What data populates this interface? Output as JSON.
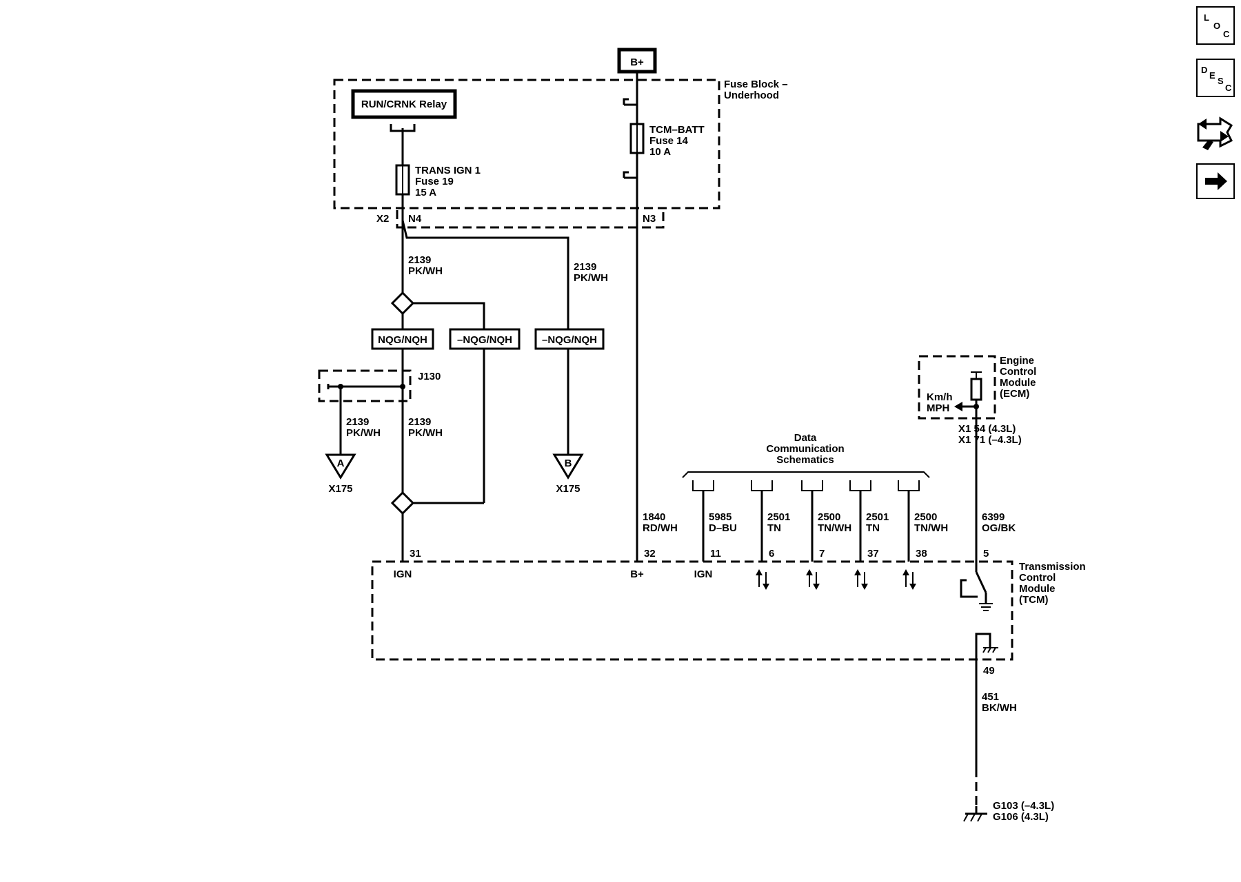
{
  "power": {
    "bplus_tag": "B+",
    "fuse_block_title": [
      "Fuse Block –",
      "Underhood"
    ],
    "relay_label": "RUN/CRNK Relay",
    "trans_fuse": [
      "TRANS IGN 1",
      "Fuse 19",
      "15 A"
    ],
    "tcm_fuse": [
      "TCM–BATT",
      "Fuse 14",
      "10 A"
    ],
    "conn_x2": "X2",
    "conn_n4": "N4",
    "conn_n3": "N3"
  },
  "wires": {
    "ign_main": [
      "2139",
      "PK/WH"
    ],
    "ign_branch": [
      "2139",
      "PK/WH"
    ],
    "ign_a": [
      "2139",
      "PK/WH"
    ],
    "ign_tcm": [
      "2139",
      "PK/WH"
    ],
    "batt": [
      "1840",
      "RD/WH"
    ],
    "w5985": [
      "5985",
      "D–BU"
    ],
    "w2501a": [
      "2501",
      "TN"
    ],
    "w2500a": [
      "2500",
      "TN/WH"
    ],
    "w2501b": [
      "2501",
      "TN"
    ],
    "w2500b": [
      "2500",
      "TN/WH"
    ],
    "w6399": [
      "6399",
      "OG/BK"
    ],
    "w451": [
      "451",
      "BK/WH"
    ]
  },
  "options": {
    "nqg1": "NQG/NQH",
    "nqg2": "–NQG/NQH",
    "nqg3": "–NQG/NQH"
  },
  "splice": {
    "j130": "J130",
    "conn_a_letter": "A",
    "conn_a_id": "X175",
    "conn_b_letter": "B",
    "conn_b_id": "X175"
  },
  "data_comm": {
    "title": [
      "Data",
      "Communication",
      "Schematics"
    ]
  },
  "ecm": {
    "title": [
      "Engine",
      "Control",
      "Module",
      "(ECM)"
    ],
    "speed": [
      "Km/h",
      "MPH"
    ],
    "pins": [
      "X1   54 (4.3L)",
      "X1   71 (–4.3L)"
    ]
  },
  "tcm": {
    "title": [
      "Transmission",
      "Control",
      "Module",
      "(TCM)"
    ],
    "pins": {
      "p31": "31",
      "p32": "32",
      "p11": "11",
      "p6": "6",
      "p7": "7",
      "p37": "37",
      "p38": "38",
      "p5": "5",
      "p49": "49"
    },
    "ign_label": "IGN",
    "bplus_label": "B+",
    "ign2_label": "IGN"
  },
  "ground": [
    "G103 (–4.3L)",
    "G106 (4.3L)"
  ],
  "nav": {
    "loc": [
      "L",
      "O",
      "C"
    ],
    "desc": [
      "D",
      "E",
      "S",
      "C"
    ],
    "icons": [
      "loc-icon",
      "desc-icon",
      "connector-icon",
      "arrow-right-icon"
    ]
  }
}
